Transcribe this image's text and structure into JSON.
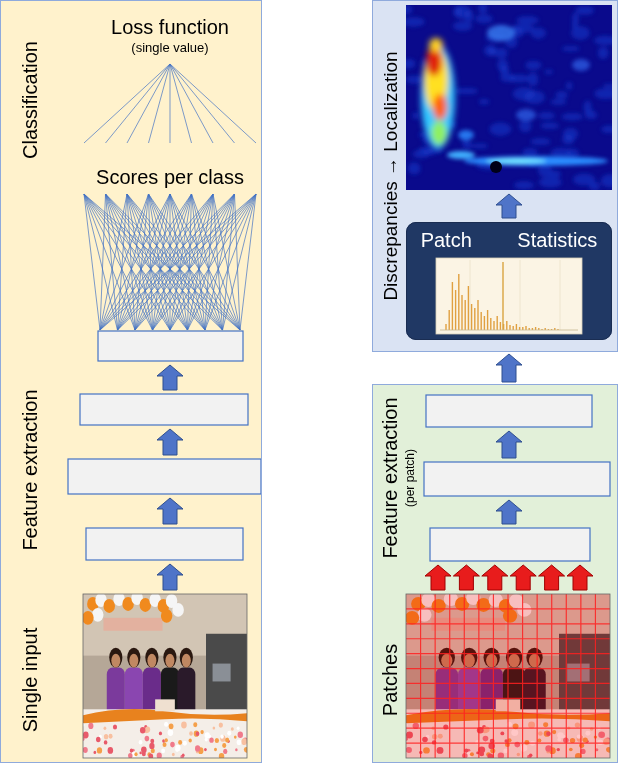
{
  "diagram": {
    "nodes": [
      {
        "text": [
          "Classification",
          "Feature extraction",
          "Single input"
        ]
      },
      {
        "text": [
          "Discrepancies → Localization"
        ]
      },
      {
        "text": [
          "Patch Statistics"
        ],
        "in": 1
      },
      {
        "text": [
          "Feature extraction",
          "(per patch)",
          "Patches"
        ]
      }
    ],
    "edges": [
      {
        "from": 3,
        "to": 1,
        "arrow": "to"
      }
    ],
    "labels": [
      "Loss function",
      "(single value)",
      "Scores per class"
    ]
  }
}
